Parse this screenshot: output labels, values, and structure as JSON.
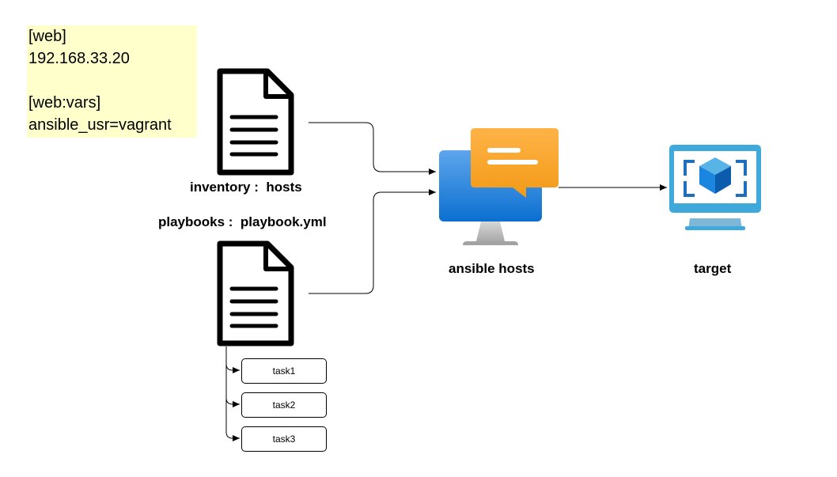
{
  "inventory_note": {
    "lines": [
      "[web]",
      "192.168.33.20",
      "",
      "[web:vars]",
      "ansible_usr=vagrant"
    ]
  },
  "labels": {
    "inventory": "inventory :  hosts",
    "playbooks": "playbooks :  playbook.yml",
    "ansible_hosts": "ansible hosts",
    "target": "target"
  },
  "tasks": [
    "task1",
    "task2",
    "task3"
  ],
  "colors": {
    "note_background": "#ffffcc",
    "monitor_blue": "#1a86e0",
    "chat_orange": "#f5a623",
    "target_blue": "#3fa9dc",
    "connector": "#000000"
  },
  "icons": {
    "inventory_file": "document-icon",
    "playbook_file": "document-icon",
    "ansible_hosts": "monitor-chat-icon",
    "target": "virtual-machine-icon"
  }
}
